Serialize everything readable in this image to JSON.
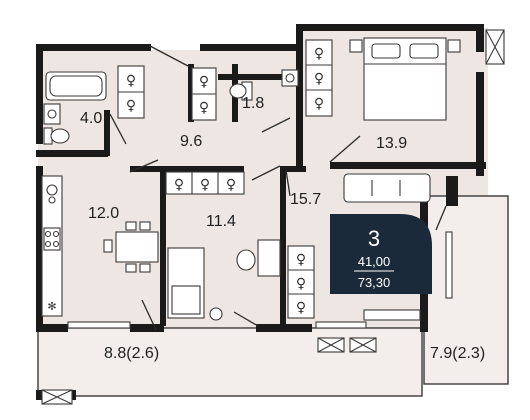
{
  "rooms": {
    "bathroom": "4.0",
    "hall": "9.6",
    "toilet": "1.8",
    "bedroom": "13.9",
    "kitchen": "12.0",
    "room": "11.4",
    "living": "15.7",
    "loggia_left": "8.8(2.6)",
    "loggia_right": "7.9(2.3)"
  },
  "badge": {
    "rooms_count": "3",
    "living_area": "41,00",
    "total_area": "73,30",
    "color": "#1b2a3a"
  },
  "colors": {
    "floor": "#eee6e2",
    "balcony": "#f3eeeb",
    "wall": "#1a1a1a"
  }
}
